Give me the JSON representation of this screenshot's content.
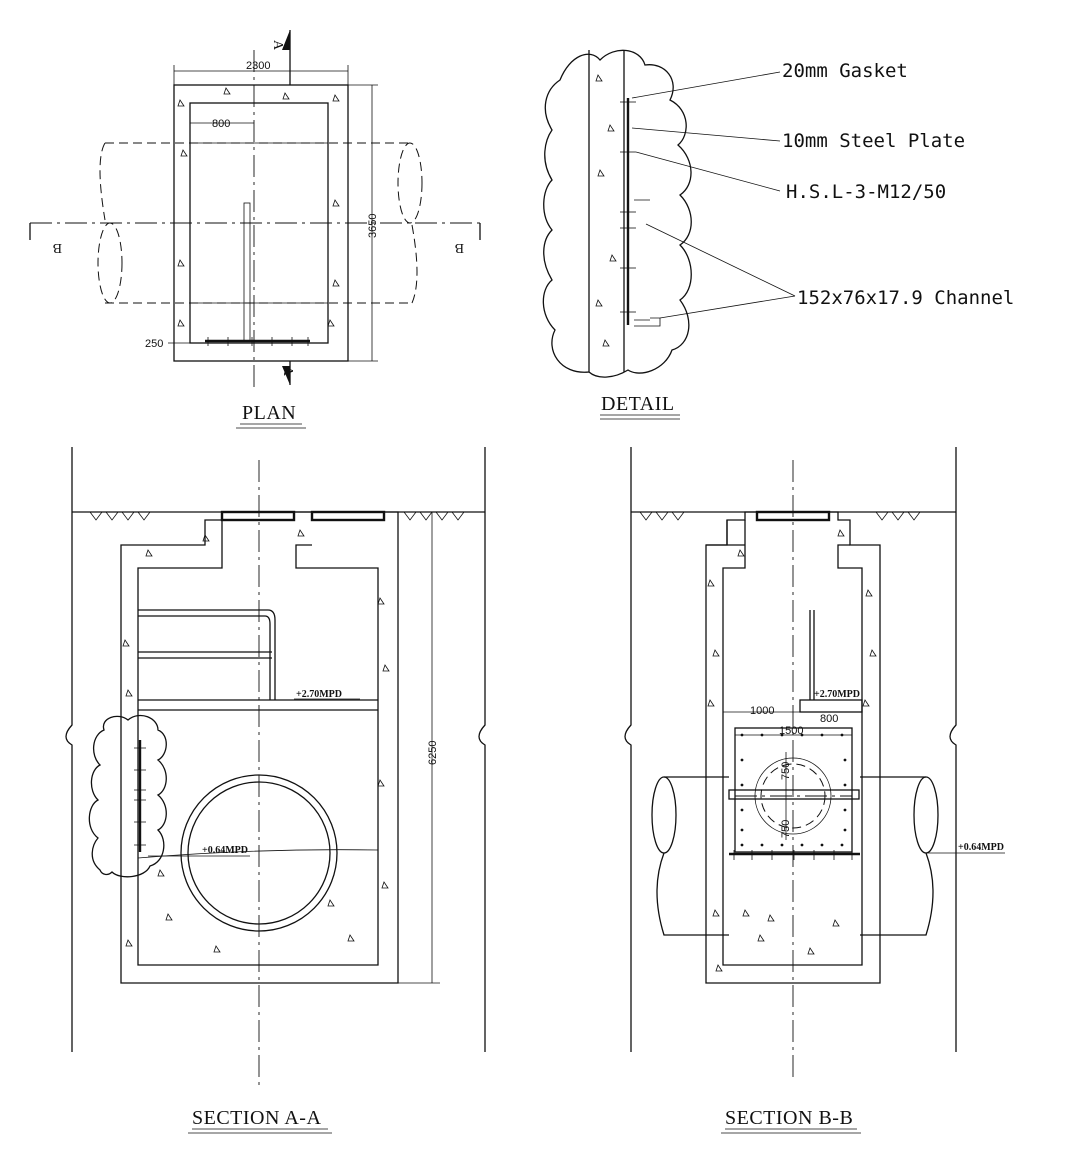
{
  "drawing": {
    "views": {
      "plan": "PLAN",
      "detail": "DETAIL",
      "section_aa": "SECTION A-A",
      "section_bb": "SECTION B-B"
    },
    "plan": {
      "width_dim": "2300",
      "height_dim": "3650",
      "offset_dim": "800",
      "wall_dim": "250",
      "cut_marker_a": "A",
      "cut_marker_b": "B"
    },
    "detail": {
      "callouts": [
        "20mm Gasket",
        "10mm Steel Plate",
        "H.S.L-3-M12/50",
        "152x76x17.9 Channel"
      ]
    },
    "section_aa": {
      "depth_dim": "6250",
      "level_top": "+2.70MPD",
      "level_invert": "+0.64MPD"
    },
    "section_bb": {
      "level_top": "+2.70MPD",
      "level_invert": "+0.64MPD",
      "dim_1000": "1000",
      "dim_800": "800",
      "dim_1500": "1500",
      "dim_750_upper": "750",
      "dim_750_lower": "750"
    }
  }
}
